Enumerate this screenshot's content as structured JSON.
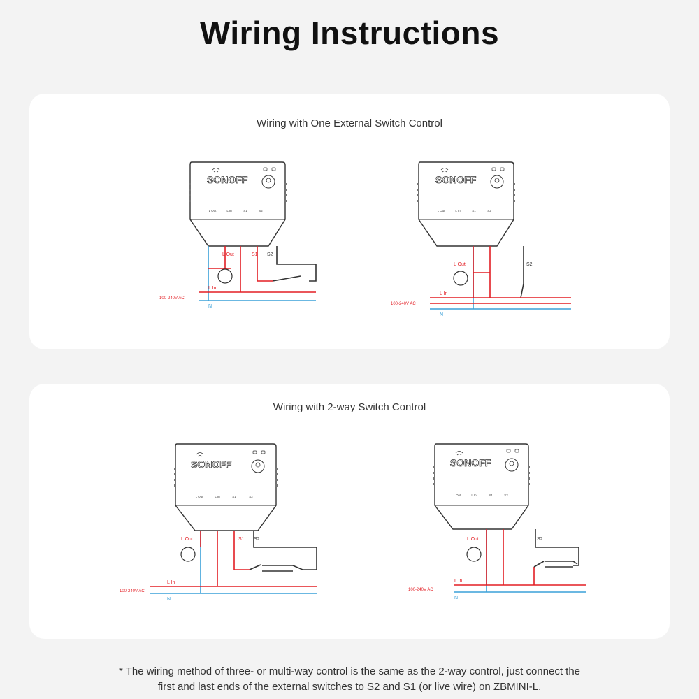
{
  "title": "Wiring Instructions",
  "panels": [
    {
      "title": "Wiring with One External Switch Control",
      "diagrams": [
        {
          "logo": "SONOFF",
          "terminals": [
            "L Out",
            "L In",
            "S1",
            "S2"
          ],
          "labels": {
            "l_out": "L Out",
            "s1": "S1",
            "s2": "S2",
            "l_in": "L In",
            "n": "N",
            "supply": "100-240V AC"
          }
        },
        {
          "logo": "SONOFF",
          "terminals": [
            "L Out",
            "L In",
            "S1",
            "S2"
          ],
          "labels": {
            "l_out": "L Out",
            "s2": "S2",
            "l_in": "L In",
            "n": "N",
            "supply": "100-240V AC"
          }
        }
      ]
    },
    {
      "title": "Wiring with 2-way Switch Control",
      "diagrams": [
        {
          "logo": "SONOFF",
          "terminals": [
            "L Out",
            "L In",
            "S1",
            "S2"
          ],
          "labels": {
            "l_out": "L Out",
            "s1": "S1",
            "s2": "S2",
            "l_in": "L In",
            "n": "N",
            "supply": "100-240V AC"
          }
        },
        {
          "logo": "SONOFF",
          "terminals": [
            "L Out",
            "L In",
            "S1",
            "S2"
          ],
          "labels": {
            "l_out": "L Out",
            "s2": "S2",
            "l_in": "L In",
            "n": "N",
            "supply": "100-240V AC"
          }
        }
      ]
    }
  ],
  "footnote": {
    "line1": "* The wiring method of three- or multi-way control is the same as the 2-way control, just connect the",
    "line2": "first and last ends of the external switches to S2 and S1 (or live wire) on ZBMINI-L."
  },
  "colors": {
    "live": "#e31e24",
    "neutral": "#3aa0d8",
    "outline": "#333333",
    "background": "#f3f3f3",
    "panel": "#ffffff"
  }
}
